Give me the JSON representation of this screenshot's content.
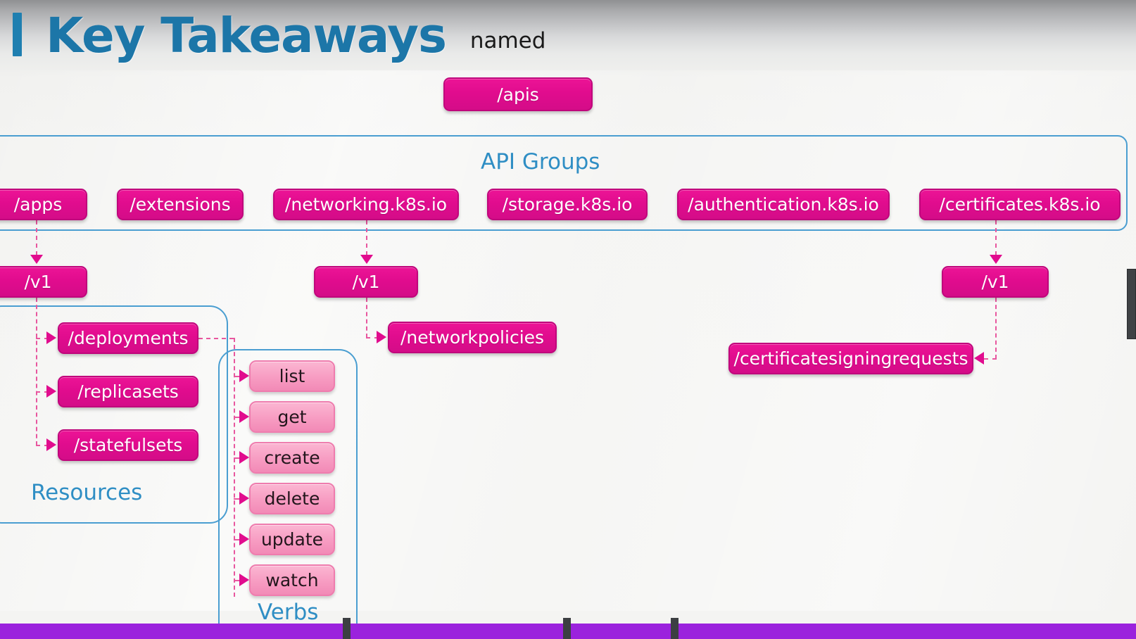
{
  "slide": {
    "title": "Key Takeaways",
    "named_label": "named",
    "accent_blue": "#1c76a8",
    "accent_magenta": "#e10c8e",
    "verb_pink": "#f79cc2",
    "container_blue": "#4a9ed1",
    "progress_purple": "#9b22dd"
  },
  "root": {
    "apis_label": "/apis"
  },
  "api_groups": {
    "container_label": "API Groups",
    "groups": [
      {
        "label": "/apps"
      },
      {
        "label": "/extensions"
      },
      {
        "label": "/networking.k8s.io"
      },
      {
        "label": "/storage.k8s.io"
      },
      {
        "label": "/authentication.k8s.io"
      },
      {
        "label": "/certificates.k8s.io"
      }
    ]
  },
  "versions": [
    {
      "label": "/v1",
      "group": "/apps"
    },
    {
      "label": "/v1",
      "group": "/networking.k8s.io"
    },
    {
      "label": "/v1",
      "group": "/certificates.k8s.io"
    }
  ],
  "resources": {
    "container_label": "Resources",
    "apps_items": [
      {
        "label": "/deployments"
      },
      {
        "label": "/replicasets"
      },
      {
        "label": "/statefulsets"
      }
    ],
    "networking_items": [
      {
        "label": "/networkpolicies"
      }
    ],
    "certificates_items": [
      {
        "label": "/certificatesigningrequests"
      }
    ]
  },
  "verbs": {
    "container_label": "Verbs",
    "items": [
      {
        "label": "list"
      },
      {
        "label": "get"
      },
      {
        "label": "create"
      },
      {
        "label": "delete"
      },
      {
        "label": "update"
      },
      {
        "label": "watch"
      }
    ]
  },
  "player": {
    "progress_ticks": [
      3,
      2,
      1
    ]
  }
}
